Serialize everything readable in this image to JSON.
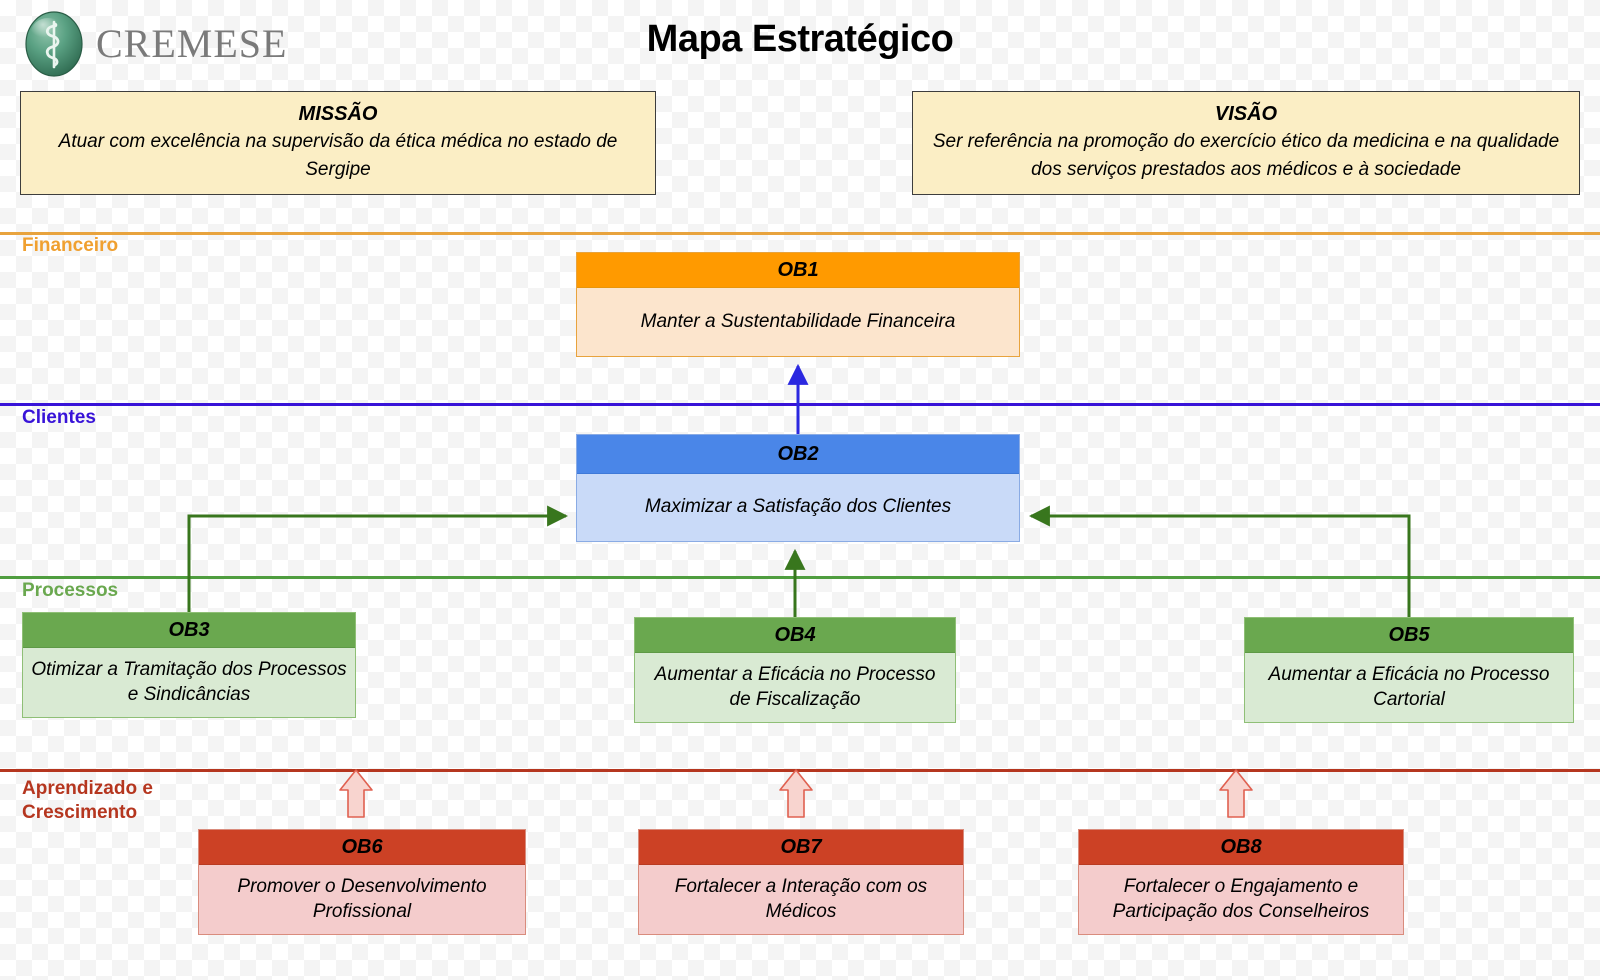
{
  "header": {
    "logo_text": "CREMESE",
    "logo_icon": "asclepius-sphere-logo",
    "title": "Mapa Estratégico"
  },
  "mission": {
    "title": "MISSÃO",
    "text": "Atuar com excelência na supervisão da ética médica no estado de Sergipe"
  },
  "vision": {
    "title": "VISÃO",
    "text": "Ser referência na promoção do exercício ético da medicina e na qualidade dos serviços prestados aos médicos e à sociedade"
  },
  "perspectives": [
    {
      "id": "financeiro",
      "label": "Financeiro",
      "color": "#f0a030"
    },
    {
      "id": "clientes",
      "label": "Clientes",
      "color": "#3813d8"
    },
    {
      "id": "processos",
      "label": "Processos",
      "color": "#6aa84f"
    },
    {
      "id": "aprendizado",
      "label": "Aprendizado e\nCrescimento",
      "color": "#b5361f"
    }
  ],
  "objectives": [
    {
      "code": "OB1",
      "text": "Manter a Sustentabilidade Financeira",
      "perspective": "financeiro",
      "header_color": "#ff9a00",
      "body_color": "#fce5cd"
    },
    {
      "code": "OB2",
      "text": "Maximizar a Satisfação dos Clientes",
      "perspective": "clientes",
      "header_color": "#4a86e8",
      "body_color": "#c9daf8"
    },
    {
      "code": "OB3",
      "text": "Otimizar a Tramitação dos Processos e Sindicâncias",
      "perspective": "processos",
      "header_color": "#6aa84f",
      "body_color": "#d9ead3"
    },
    {
      "code": "OB4",
      "text": "Aumentar a Eficácia no Processo de Fiscalização",
      "perspective": "processos",
      "header_color": "#6aa84f",
      "body_color": "#d9ead3"
    },
    {
      "code": "OB5",
      "text": "Aumentar a Eficácia no Processo Cartorial",
      "perspective": "processos",
      "header_color": "#6aa84f",
      "body_color": "#d9ead3"
    },
    {
      "code": "OB6",
      "text": "Promover o Desenvolvimento Profissional",
      "perspective": "aprendizado",
      "header_color": "#cc4125",
      "body_color": "#f4cccc"
    },
    {
      "code": "OB7",
      "text": "Fortalecer a Interação com os Médicos",
      "perspective": "aprendizado",
      "header_color": "#cc4125",
      "body_color": "#f4cccc"
    },
    {
      "code": "OB8",
      "text": "Fortalecer o Engajamento e Participação dos Conselheiros",
      "perspective": "aprendizado",
      "header_color": "#cc4125",
      "body_color": "#f4cccc"
    }
  ],
  "connections": [
    {
      "from": "OB2",
      "to": "OB1",
      "color": "#2b28e0",
      "style": "solid-arrow"
    },
    {
      "from": "OB3",
      "to": "OB2",
      "color": "#38761d",
      "style": "solid-arrow"
    },
    {
      "from": "OB4",
      "to": "OB2",
      "color": "#38761d",
      "style": "solid-arrow"
    },
    {
      "from": "OB5",
      "to": "OB2",
      "color": "#38761d",
      "style": "solid-arrow"
    },
    {
      "from": "OB6",
      "to": "processos",
      "color": "#e8a398",
      "style": "hollow-block-arrow"
    },
    {
      "from": "OB7",
      "to": "processos",
      "color": "#e8a398",
      "style": "hollow-block-arrow"
    },
    {
      "from": "OB8",
      "to": "processos",
      "color": "#e8a398",
      "style": "hollow-block-arrow"
    }
  ]
}
